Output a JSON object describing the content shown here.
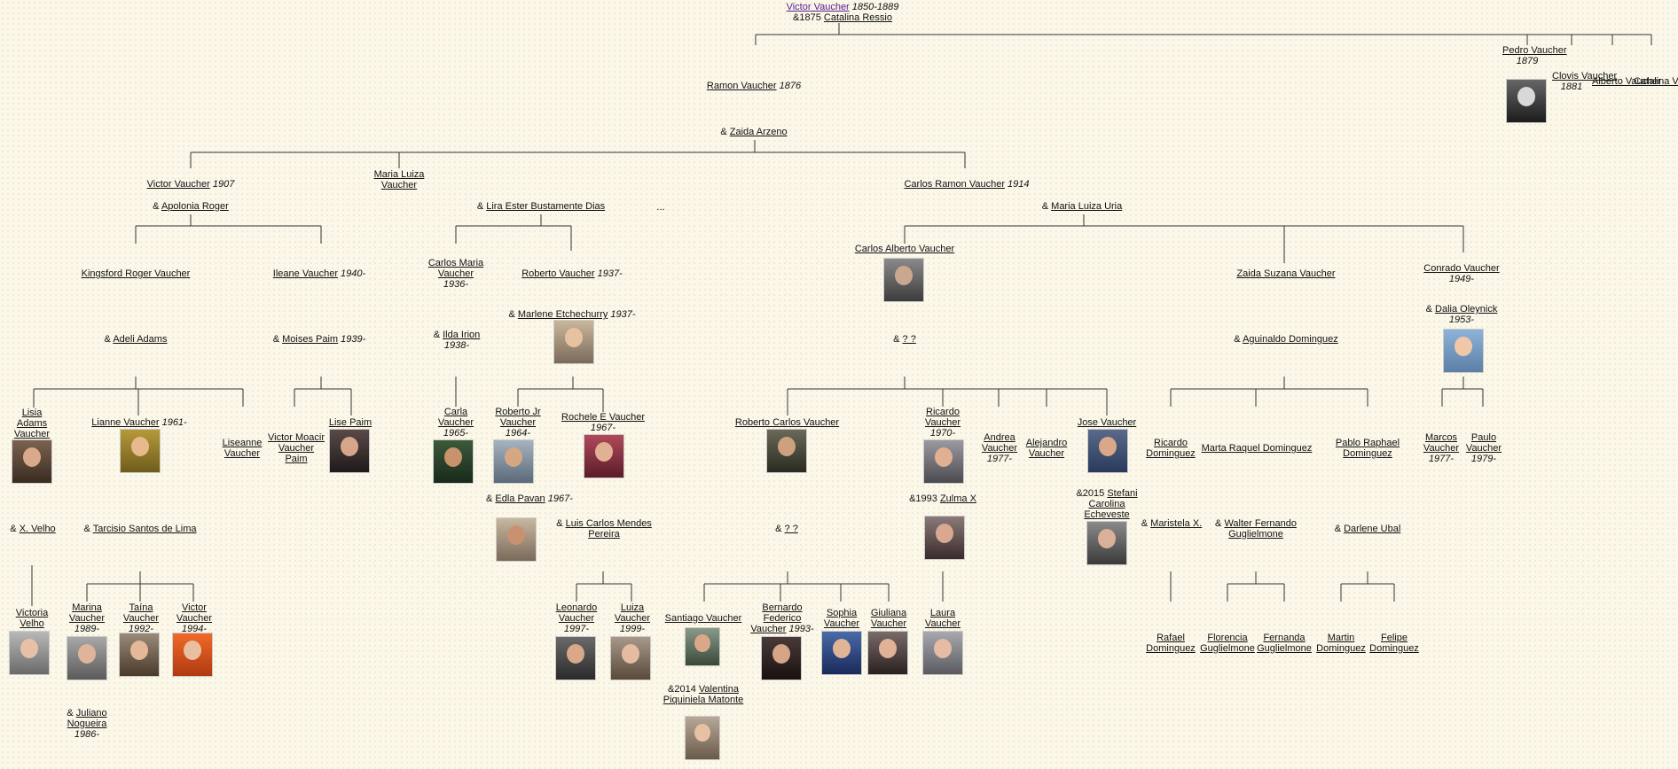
{
  "people": {
    "victor_1850": {
      "name": "Victor Vaucher",
      "dates": "1850-1889"
    },
    "catalina_ressio": {
      "prefix": "&1875",
      "name": "Catalina Ressio"
    },
    "ramon": {
      "name": "Ramon Vaucher",
      "dates": "1876"
    },
    "pedro": {
      "name": "Pedro Vaucher",
      "dates": "1879"
    },
    "clovis": {
      "name": "Clovis Vaucher",
      "dates": "1881"
    },
    "alberto": {
      "name": "Alberto Vaucher"
    },
    "catalina_v": {
      "name": "Catalina Vaucher"
    },
    "zaida_arzeno": {
      "prefix": "&",
      "name": "Zaida Arzeno"
    },
    "victor_1907": {
      "name": "Victor Vaucher",
      "dates": "1907"
    },
    "apolonia": {
      "prefix": "&",
      "name": "Apolonia Roger"
    },
    "maria_luiza_v": {
      "name": "Maria Luiza Vaucher"
    },
    "lira": {
      "prefix": "&",
      "name": "Lira Ester Bustamente Dias"
    },
    "ellipsis": "...",
    "carlos_ramon": {
      "name": "Carlos Ramon Vaucher",
      "dates": "1914"
    },
    "maria_luiza_uria": {
      "prefix": "&",
      "name": "Maria Luiza Uria"
    },
    "kingsford": {
      "name": "Kingsford Roger Vaucher"
    },
    "ileane": {
      "name": "Ileane Vaucher",
      "dates": "1940-"
    },
    "carlos_maria": {
      "name": "Carlos Maria Vaucher",
      "dates": "1936-"
    },
    "roberto_1937": {
      "name": "Roberto Vaucher",
      "dates": "1937-"
    },
    "carlos_alberto": {
      "name": "Carlos Alberto Vaucher"
    },
    "zaida_suzana": {
      "name": "Zaida Suzana Vaucher"
    },
    "conrado": {
      "name": "Conrado Vaucher",
      "dates": "1949-"
    },
    "adeli": {
      "prefix": "&",
      "name": "Adeli Adams"
    },
    "moises": {
      "prefix": "&",
      "name": "Moises Paim",
      "dates": "1939-"
    },
    "ilda": {
      "prefix": "&",
      "name": "Ilda Irion",
      "dates": "1938-"
    },
    "marlene": {
      "prefix": "&",
      "name": "Marlene Etchechurry",
      "dates": "1937-"
    },
    "qq1": {
      "prefix": "&",
      "name": "? ?"
    },
    "aguinaldo": {
      "prefix": "&",
      "name": "Aguinaldo Dominguez"
    },
    "dalia": {
      "prefix": "&",
      "name": "Dalia Oleynick",
      "dates": "1953-"
    },
    "lisia": {
      "name": "Lisia Adams Vaucher"
    },
    "lianne": {
      "name": "Lianne Vaucher",
      "dates": "1961-"
    },
    "liseanne": {
      "name": "Liseanne Vaucher"
    },
    "victor_moacir": {
      "name": "Victor Moacir Vaucher Paim"
    },
    "lise": {
      "name": "Lise Paim"
    },
    "carla": {
      "name": "Carla Vaucher",
      "dates": "1965-"
    },
    "roberto_jr": {
      "name": "Roberto Jr Vaucher",
      "dates": "1964-"
    },
    "rochele": {
      "name": "Rochele E Vaucher",
      "dates": "1967-"
    },
    "roberto_carlos": {
      "name": "Roberto Carlos Vaucher"
    },
    "ricardo_v": {
      "name": "Ricardo Vaucher",
      "dates": "1970-"
    },
    "andrea": {
      "name": "Andrea Vaucher",
      "dates": "1977-"
    },
    "alejandro": {
      "name": "Alejandro Vaucher"
    },
    "jose": {
      "name": "Jose Vaucher"
    },
    "ricardo_d": {
      "name": "Ricardo Dominguez"
    },
    "marta": {
      "name": "Marta Raquel Dominguez"
    },
    "pablo": {
      "name": "Pablo Raphael Dominguez"
    },
    "marcos": {
      "name": "Marcos Vaucher",
      "dates": "1977-"
    },
    "paulo": {
      "name": "Paulo Vaucher",
      "dates": "1979-"
    },
    "xvelho": {
      "prefix": "&",
      "name": "X. Velho"
    },
    "tarcisio": {
      "prefix": "&",
      "name": "Tarcisio Santos de Lima"
    },
    "edla": {
      "prefix": "&",
      "name": "Edla Pavan",
      "dates": "1967-"
    },
    "luis_carlos": {
      "prefix": "&",
      "name": "Luis Carlos Mendes Pereira"
    },
    "qq2": {
      "prefix": "&",
      "name": "? ?"
    },
    "zulma": {
      "prefix": "&1993",
      "name": "Zulma X"
    },
    "stefani": {
      "prefix": "&2015",
      "name": "Stefani Carolina Echeveste"
    },
    "maristela": {
      "prefix": "&",
      "name": "Maristela X."
    },
    "walter": {
      "prefix": "&",
      "name": "Walter Fernando Guglielmone"
    },
    "darlene": {
      "prefix": "&",
      "name": "Darlene Ubal"
    },
    "victoria": {
      "name": "Victoria Velho"
    },
    "marina": {
      "name": "Marina Vaucher",
      "dates": "1989-"
    },
    "taina": {
      "name": "Taína Vaucher",
      "dates": "1992-"
    },
    "victor_1994": {
      "name": "Victor Vaucher",
      "dates": "1994-"
    },
    "leonardo": {
      "name": "Leonardo Vaucher",
      "dates": "1997-"
    },
    "luiza": {
      "name": "Luiza Vaucher",
      "dates": "1999-"
    },
    "santiago": {
      "name": "Santiago Vaucher"
    },
    "bernardo": {
      "name": "Bernardo Federico Vaucher",
      "dates": "1993-"
    },
    "sophia": {
      "name": "Sophia Vaucher"
    },
    "giuliana": {
      "name": "Giuliana Vaucher"
    },
    "laura": {
      "name": "Laura Vaucher"
    },
    "rafael": {
      "name": "Rafael Dominguez"
    },
    "florencia": {
      "name": "Florencia Guglielmone"
    },
    "fernanda": {
      "name": "Fernanda Guglielmone"
    },
    "martin": {
      "name": "Martin Dominguez"
    },
    "felipe": {
      "name": "Felipe Dominguez"
    },
    "juliano": {
      "prefix": "&",
      "name": "Juliano Nogueira",
      "dates": "1986-"
    },
    "valentina": {
      "prefix": "&2014",
      "name": "Valentina Piquiniela Matonte"
    }
  },
  "colors": {
    "background": "#fbf8ea",
    "line": "#333333",
    "link_visited": "#551a8b"
  }
}
